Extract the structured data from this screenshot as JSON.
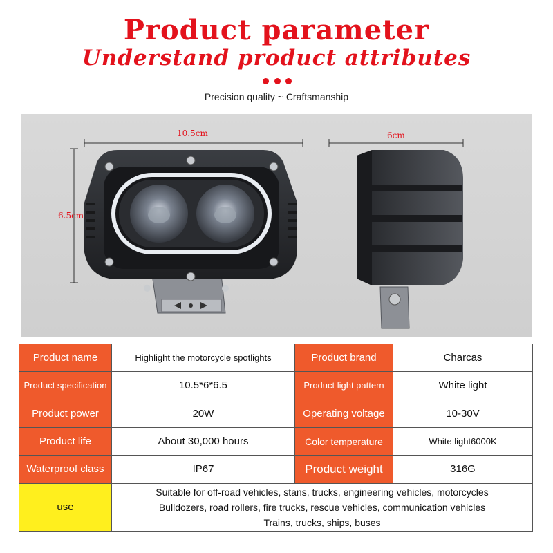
{
  "header": {
    "title": "Product parameter",
    "subtitle": "Understand product attributes",
    "tagline": "Precision quality ~ Craftsmanship"
  },
  "dimensions": {
    "width": "10.5cm",
    "height": "6.5cm",
    "depth": "6cm"
  },
  "colors": {
    "accent_red": "#e3121c",
    "label_orange": "#ef5a2c",
    "use_yellow": "#ffef1e"
  },
  "table": {
    "rows": [
      {
        "label1": "Product name",
        "value1": "Highlight the motorcycle spotlights",
        "label2": "Product brand",
        "value2": "Charcas"
      },
      {
        "label1": "Product specification",
        "value1": "10.5*6*6.5",
        "label2": "Product light pattern",
        "value2": "White light"
      },
      {
        "label1": "Product power",
        "value1": "20W",
        "label2": "Operating voltage",
        "value2": "10-30V"
      },
      {
        "label1": "Product life",
        "value1": "About 30,000 hours",
        "label2": "Color temperature",
        "value2": "White light6000K"
      },
      {
        "label1": "Waterproof class",
        "value1": "IP67",
        "label2": "Product weight",
        "value2": "316G"
      }
    ],
    "use": {
      "label": "use",
      "lines": [
        "Suitable for off-road vehicles, stans, trucks, engineering vehicles, motorcycles",
        "Bulldozers, road rollers, fire trucks, rescue vehicles, communication vehicles",
        "Trains, trucks, ships, buses"
      ]
    }
  }
}
